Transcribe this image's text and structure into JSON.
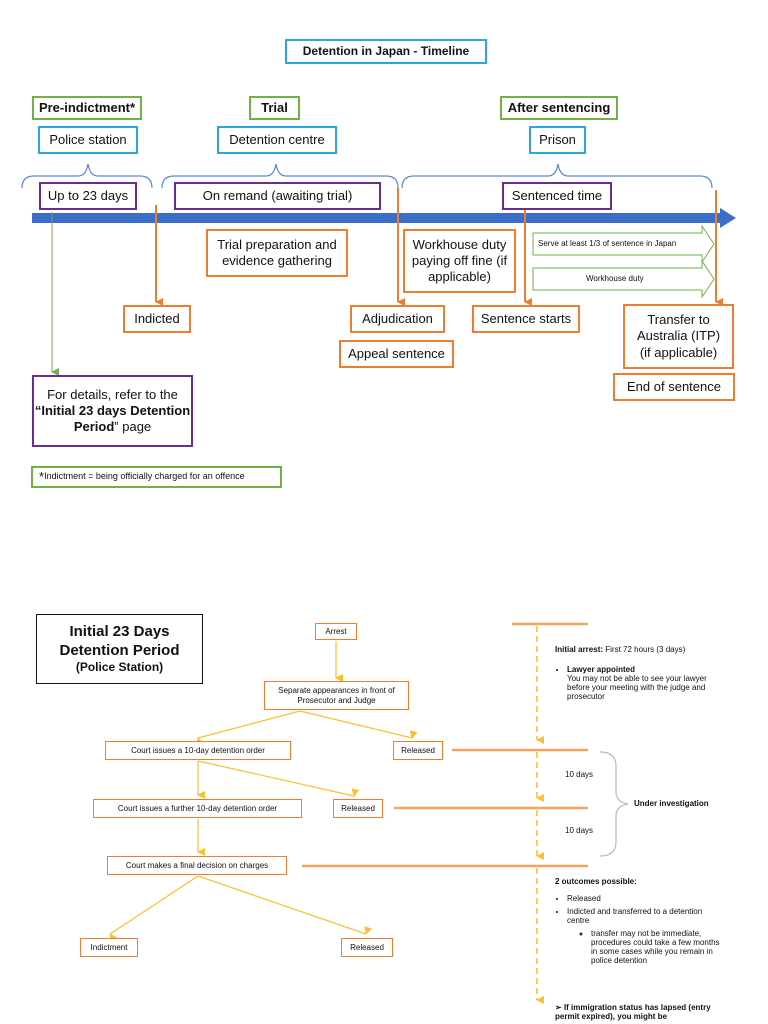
{
  "timeline": {
    "title": "Detention in Japan - Timeline",
    "stages": [
      {
        "heading": "Pre-indictment*",
        "location": "Police station",
        "period": "Up to 23 days"
      },
      {
        "heading": "Trial",
        "location": "Detention centre",
        "period": "On remand (awaiting trial)"
      },
      {
        "heading": "After sentencing",
        "location": "Prison",
        "period": "Sentenced time"
      }
    ],
    "activities": {
      "trial_prep": "Trial preparation and evidence gathering",
      "workhouse": "Workhouse duty paying off fine (if applicable)",
      "serve_third": "Serve at least 1/3 of sentence in Japan",
      "workhouse_duty": "Workhouse duty"
    },
    "events": {
      "indicted": "Indicted",
      "adjudication": "Adjudication",
      "appeal": "Appeal sentence",
      "sentence_starts": "Sentence starts",
      "transfer": "Transfer to Australia (ITP) (if applicable)",
      "end": "End of sentence"
    },
    "details_note": {
      "prefix": "For details, refer to the",
      "link": "“Initial 23 days Detention Period",
      "suffix": "” page"
    },
    "footnote": {
      "star": "*",
      "text": "Indictment = being officially charged for an offence"
    }
  },
  "initial": {
    "title_line1": "Initial 23 Days",
    "title_line2": "Detention Period",
    "subtitle": "(Police Station)",
    "flow": {
      "arrest": "Arrest",
      "appearances": "Separate appearances in front of Prosecutor and Judge",
      "order1": "Court issues a 10-day detention order",
      "released1": "Released",
      "order2": "Court issues a further 10-day detention order",
      "released2": "Released",
      "final": "Court makes a final decision on charges",
      "indictment": "Indictment",
      "released3": "Released"
    },
    "notes": {
      "initial_arrest_label": "Initial arrest:",
      "initial_arrest_text": " First 72 hours (3 days)",
      "lawyer_heading": "Lawyer appointed",
      "lawyer_text": "You may not be able to see your lawyer before your meeting with the judge and prosecutor",
      "ten_days_1": "10 days",
      "ten_days_2": "10 days",
      "under_investigation": "Under investigation",
      "outcomes_heading": "2 outcomes possible:",
      "outcome_released": "Released",
      "outcome_indicted": "Indicted and transferred to a detention centre",
      "transfer_note": "transfer may not be immediate, procedures could take a few months in some cases while you remain in police detention",
      "immigration": "If immigration status has lapsed (entry permit expired), you might be"
    }
  }
}
